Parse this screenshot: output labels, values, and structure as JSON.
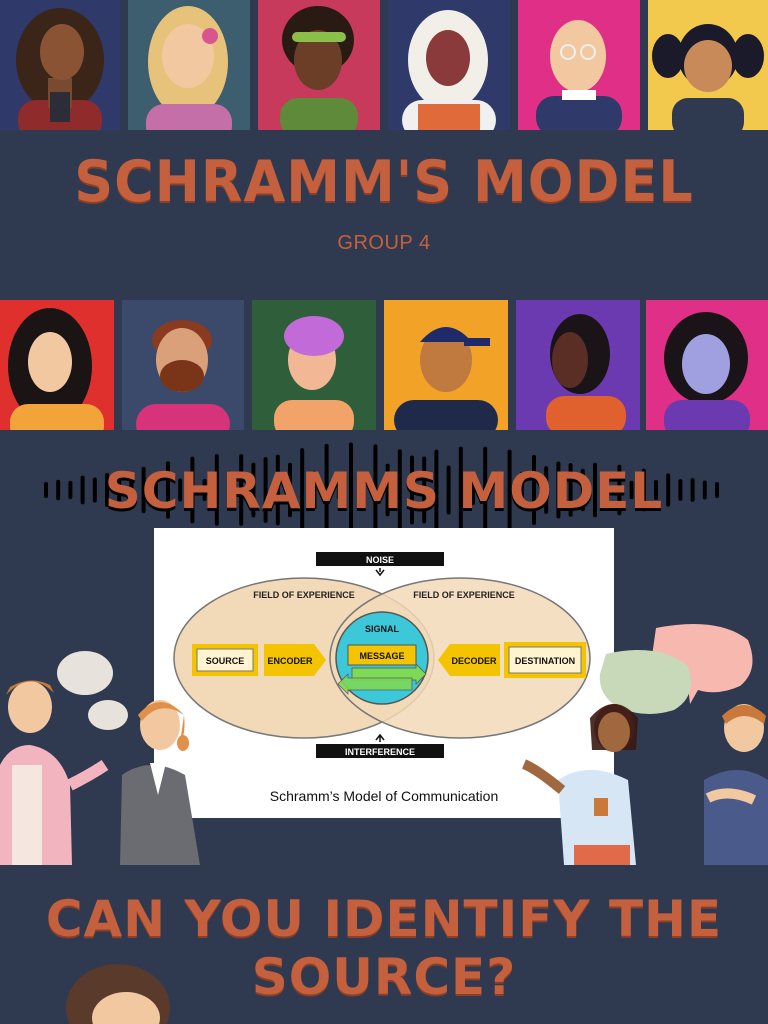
{
  "title": "SCHRAMM'S MODEL",
  "subtitle": "GROUP 4",
  "section_title": "SCHRAMMS MODEL",
  "diagram": {
    "noise": "NOISE",
    "interference": "INTERFERENCE",
    "field_left": "FIELD OF EXPERIENCE",
    "field_right": "FIELD OF EXPERIENCE",
    "signal": "SIGNAL",
    "message": "MESSAGE",
    "source": "SOURCE",
    "encoder": "ENCODER",
    "decoder": "DECODER",
    "destination": "DESTINATION",
    "caption": "Schramm’s Model of Communication"
  },
  "question_line1": "CAN YOU IDENTIFY THE",
  "question_line2": "SOURCE?",
  "colors": {
    "background": "#2f3a50",
    "accent": "#c4603e"
  },
  "avatars_top": [
    "woman-curly-hair-avatar",
    "woman-blonde-avatar",
    "woman-headband-avatar",
    "woman-hijab-avatar",
    "man-bald-glasses-avatar",
    "girl-pigtails-avatar"
  ],
  "avatars_bottom": [
    "woman-black-hair-avatar",
    "man-beard-avatar",
    "person-pink-hair-avatar",
    "man-cap-avatar",
    "woman-profile-avatar",
    "woman-bob-hair-avatar"
  ]
}
